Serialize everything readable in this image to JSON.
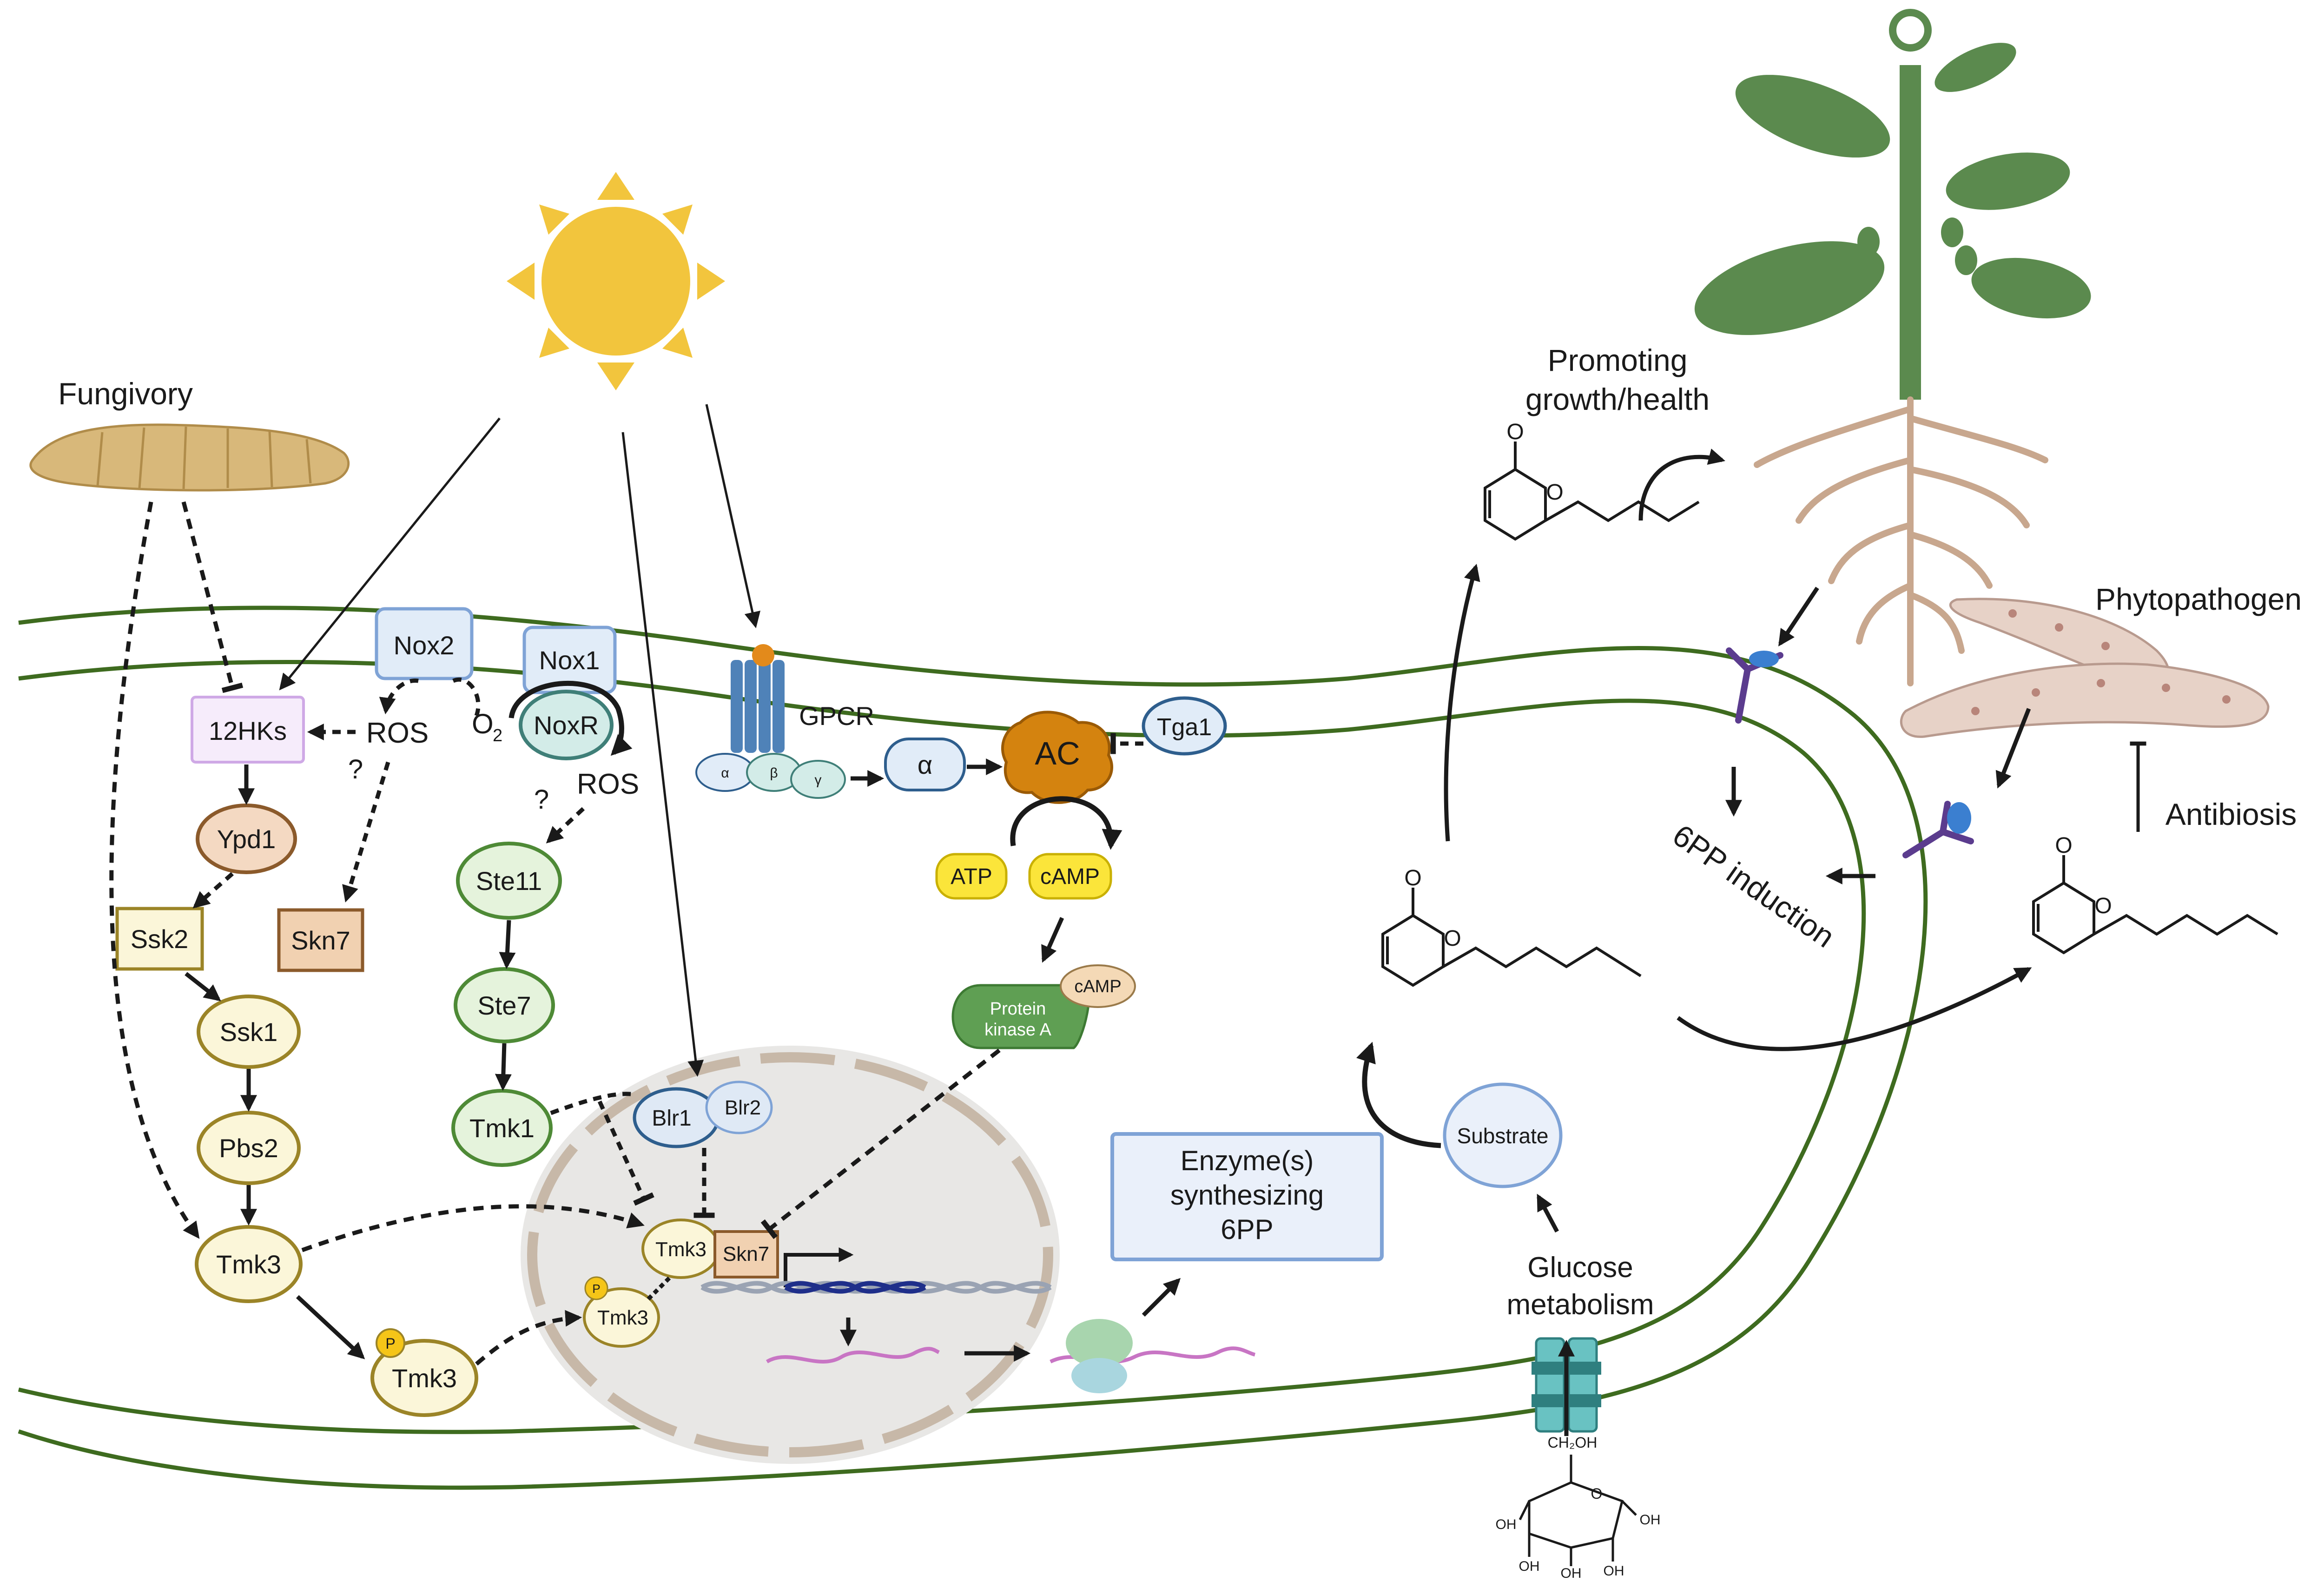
{
  "colors": {
    "membrane": "#3e6b1f",
    "sun": "#f2c53d",
    "mapk_fill": "#fbf6d9",
    "mapk_stroke": "#9b8427",
    "ste_fill": "#e5f3dc",
    "ste_stroke": "#4e8a36",
    "nox_fill": "#e1ecf8",
    "nox_stroke": "#7fa3d6",
    "noxr_fill": "#d3ece8",
    "noxr_stroke": "#3f7f78",
    "hk_fill": "#f6ecfb",
    "hk_stroke": "#cfa9e6",
    "ypd1_fill": "#f4d9c2",
    "ypd1_stroke": "#8b5a2b",
    "skn7_fill": "#f1d1b1",
    "skn7_stroke": "#8b5a2b",
    "ac_fill": "#d4830f",
    "atp_fill": "#fbe53a",
    "pka_fill": "#5f9f53",
    "blr_fill": "#dfe9f5",
    "blr_stroke": "#2e5e8d",
    "nucleus_fill": "#e8e7e5",
    "nucleus_pore": "#c7b8a8",
    "enzyme_fill": "#eaf0fa",
    "enzyme_stroke": "#7fa3d6",
    "plant_green": "#5b8a4e",
    "root_color": "#c8a78e",
    "larva_fill": "#d8b87a",
    "phosph_fill": "#f5c518"
  },
  "icons": {
    "sun": "sun-icon",
    "larva": "larva-icon",
    "plant": "plant-icon",
    "pathogen": "pathogen-hypha-icon",
    "gpcr": "gpcr-receptor-icon",
    "channel": "glucose-transporter-icon",
    "ribosome": "ribosome-icon",
    "receptor": "receptor-icon",
    "dna": "dna-helix-icon",
    "mrna": "mrna-icon"
  },
  "labels": {
    "fungivory": "Fungivory",
    "promoting_line1": "Promoting",
    "promoting_line2": "growth/health",
    "phytopathogen": "Phytopathogen",
    "antibiosis": "Antibiosis",
    "induction": "6PP induction",
    "glucose_line1": "Glucose",
    "glucose_line2": "metabolism",
    "enzyme_line1": "Enzyme(s)",
    "enzyme_line2": "synthesizing",
    "enzyme_line3": "6PP",
    "substrate": "Substrate",
    "gpcr": "GPCR",
    "ros1": "ROS",
    "ros2": "ROS",
    "q1": "?",
    "q2": "?",
    "o2": "O",
    "o2_sub": "2",
    "pka_line1": "Protein",
    "pka_line2": "kinase A",
    "ring_o": "O",
    "glucose_ch2oh": "CH₂OH",
    "glucose_o": "O",
    "glucose_oh": "OH",
    "phospho": "P",
    "alpha": "α",
    "beta": "β",
    "gamma": "γ"
  },
  "nodes": {
    "nox2": "Nox2",
    "nox1": "Nox1",
    "noxr": "NoxR",
    "hks": "12HKs",
    "ypd1": "Ypd1",
    "ssk2": "Ssk2",
    "skn7_left": "Skn7",
    "ssk1": "Ssk1",
    "pbs2": "Pbs2",
    "tmk3": "Tmk3",
    "tmk3_p": "Tmk3",
    "ste11": "Ste11",
    "ste7": "Ste7",
    "tmk1": "Tmk1",
    "blr1": "Blr1",
    "blr2": "Blr2",
    "tmk3_nuc": "Tmk3",
    "skn7_nuc": "Skn7",
    "tmk3_nuc_p": "Tmk3",
    "ac": "AC",
    "tga1": "Tga1",
    "atp": "ATP",
    "camp": "cAMP",
    "camp_pka": "cAMP",
    "g_alpha": "α"
  }
}
